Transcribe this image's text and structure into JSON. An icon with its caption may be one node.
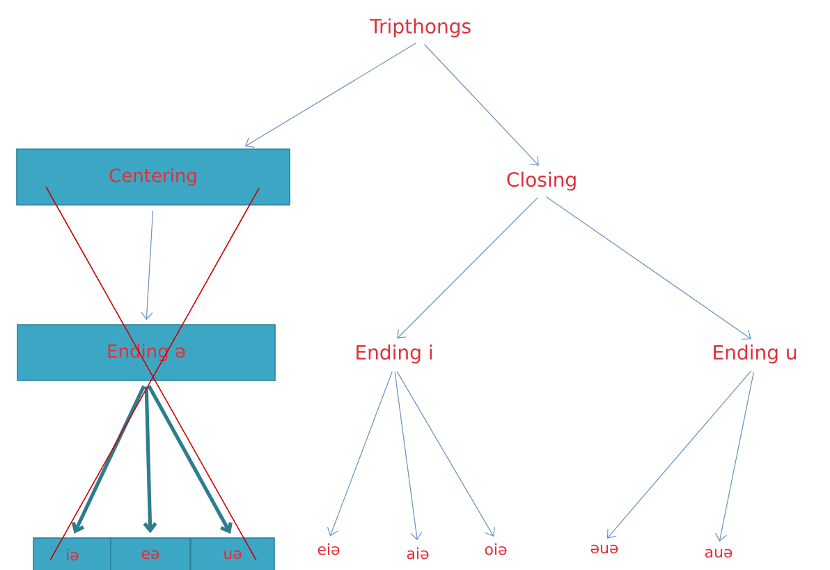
{
  "diagram": {
    "nodes": [
      {
        "text": [
          "Tripthongs"
        ]
      },
      {
        "text": [
          "Centering"
        ]
      },
      {
        "text": [
          "Closing"
        ]
      },
      {
        "text": [
          "Ending ə"
        ]
      },
      {
        "text": [
          "Ending i"
        ]
      },
      {
        "text": [
          "Ending u"
        ]
      },
      {
        "text": [
          "iə"
        ]
      },
      {
        "text": [
          "eə"
        ]
      },
      {
        "text": [
          "uə"
        ]
      },
      {
        "text": [
          "eiə"
        ]
      },
      {
        "text": [
          "aiə"
        ]
      },
      {
        "text": [
          "oiə"
        ]
      },
      {
        "text": [
          "əuə"
        ]
      },
      {
        "text": [
          "auə"
        ]
      }
    ],
    "edges": [
      {
        "from": 0,
        "to": 1,
        "arrow": "to"
      },
      {
        "from": 0,
        "to": 2,
        "arrow": "to"
      },
      {
        "from": 1,
        "to": 3,
        "arrow": "to"
      },
      {
        "from": 3,
        "to": 6,
        "arrow": "to",
        "style": "thick",
        "color": "#2e7d8c"
      },
      {
        "from": 3,
        "to": 7,
        "arrow": "to",
        "style": "thick",
        "color": "#2e7d8c"
      },
      {
        "from": 3,
        "to": 8,
        "arrow": "to",
        "style": "thick",
        "color": "#2e7d8c"
      },
      {
        "from": 2,
        "to": 4,
        "arrow": "to"
      },
      {
        "from": 2,
        "to": 5,
        "arrow": "to"
      },
      {
        "from": 4,
        "to": 9,
        "arrow": "to"
      },
      {
        "from": 4,
        "to": 10,
        "arrow": "to"
      },
      {
        "from": 4,
        "to": 11,
        "arrow": "to"
      },
      {
        "from": 5,
        "to": 12,
        "arrow": "to"
      },
      {
        "from": 5,
        "to": 13,
        "arrow": "to"
      }
    ]
  }
}
